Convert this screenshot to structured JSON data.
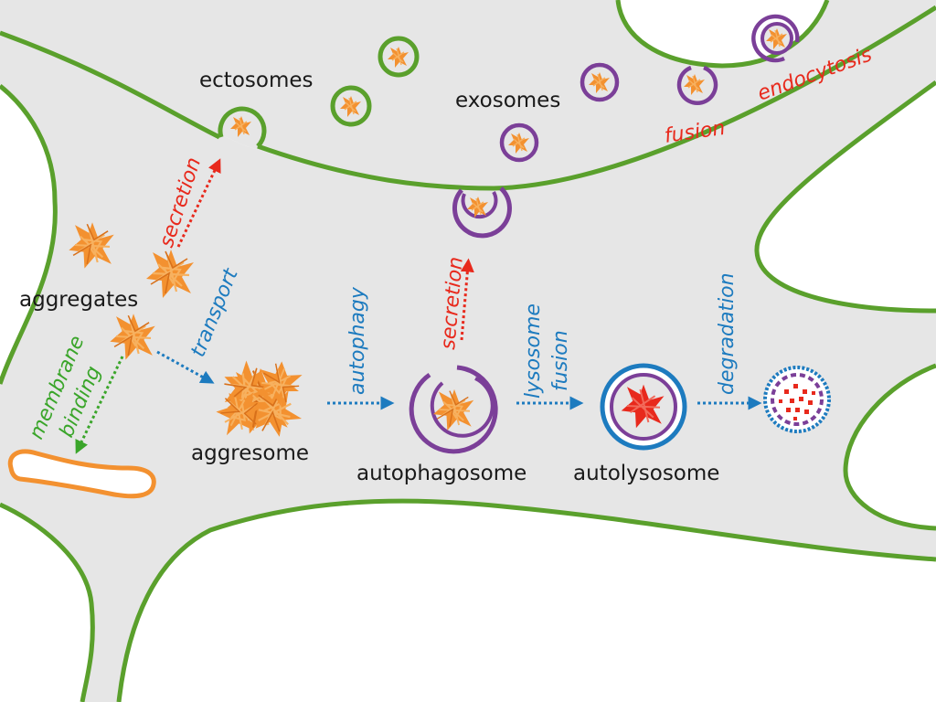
{
  "labels": {
    "ectosomes": "ectosomes",
    "exosomes": "exosomes",
    "aggregates": "aggregates",
    "aggresome": "aggresome",
    "autophagosome": "autophagosome",
    "autolysosome": "autolysosome"
  },
  "processes": {
    "secretion_top": "secretion",
    "transport": "transport",
    "membrane": "membrane",
    "binding": "binding",
    "autophagy": "autophagy",
    "secretion_mid": "secretion",
    "lysosome": "lysosome",
    "fusion_mid": "fusion",
    "degradation": "degradation",
    "fusion_top": "fusion",
    "endocytosis": "endocytosis"
  },
  "colors": {
    "cell_fill": "#e6e6e6",
    "membrane": "#5aa02c",
    "aggregate": "#f39130",
    "secretion": "#e8291c",
    "transport": "#1d7bbf",
    "binding": "#3aa52a",
    "vesicle_purple": "#7b3f98",
    "lysosome_blue": "#1d7bbf",
    "degraded": "#e8291c"
  },
  "icons": {
    "aggregate": "aggregate-icon",
    "vesicle": "vesicle-icon",
    "mitochondrion": "mitochondrion-icon"
  }
}
